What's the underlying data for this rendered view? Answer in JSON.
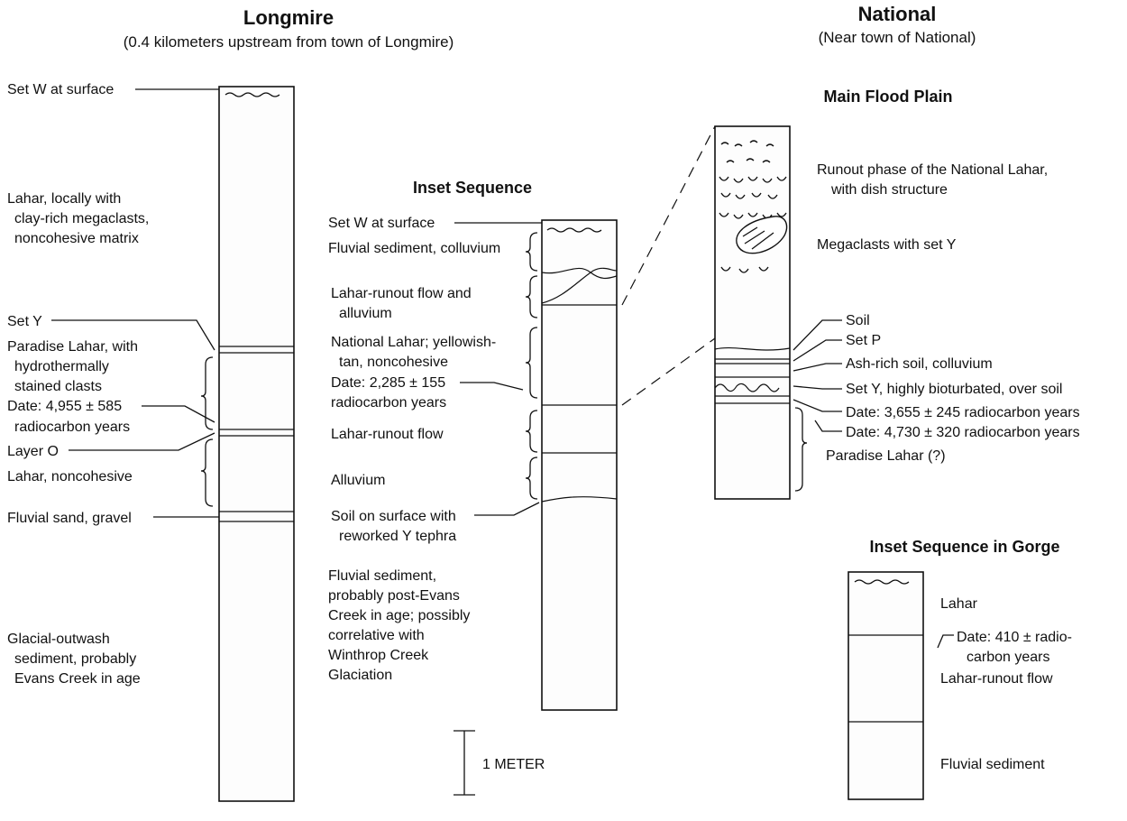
{
  "longmire": {
    "title": "Longmire",
    "subtitle": "(0.4 kilometers upstream from town of Longmire)",
    "labels": {
      "set_w": "Set W at surface",
      "lahar_1": "Lahar, locally with",
      "lahar_2": "clay-rich megaclasts,",
      "lahar_3": "noncohesive matrix",
      "set_y": "Set Y",
      "paradise_1": "Paradise Lahar, with",
      "paradise_2": "hydrothermally",
      "paradise_3": "stained clasts",
      "date_1": "Date: 4,955 ± 585",
      "date_2": "radiocarbon   years",
      "layer_o": "Layer O",
      "lahar_nc": "Lahar, noncohesive",
      "fluvial_sand": "Fluvial sand, gravel",
      "glacial_1": "Glacial-outwash",
      "glacial_2": "sediment, probably",
      "glacial_3": "Evans Creek in age"
    }
  },
  "inset": {
    "title": "Inset Sequence",
    "labels": {
      "set_w": "Set W at surface",
      "fluvial_col": "Fluvial sediment, colluvium",
      "runout_1": "Lahar-runout flow and",
      "runout_2": "alluvium",
      "national_1": "National Lahar; yellowish-",
      "national_2": "tan, noncohesive",
      "date_1": "Date: 2,285 ± 155",
      "date_2": "radiocarbon years",
      "runout_flow": "Lahar-runout flow",
      "alluvium": "Alluvium",
      "soil_1": "Soil on surface with",
      "soil_2": "reworked Y tephra",
      "fluvial_1": "Fluvial sediment,",
      "fluvial_2": "probably post-Evans",
      "fluvial_3": "Creek in age; possibly",
      "fluvial_4": "correlative with",
      "fluvial_5": "Winthrop Creek",
      "fluvial_6": "Glaciation"
    }
  },
  "scale": {
    "label": "1 METER"
  },
  "national": {
    "title": "National",
    "subtitle": "(Near town of National)"
  },
  "flood_plain": {
    "title": "Main Flood Plain",
    "labels": {
      "runout_1": "Runout phase of the National Lahar,",
      "runout_2": "with dish structure",
      "megaclasts": "Megaclasts with set Y",
      "soil": "Soil",
      "set_p": "Set P",
      "ash_soil": "Ash-rich soil, colluvium",
      "set_y": "Set Y, highly  bioturbated, over soil",
      "date_1": "Date: 3,655 ± 245 radiocarbon years",
      "date_2": "Date: 4,730 ± 320 radiocarbon years",
      "paradise": "Paradise Lahar (?)"
    }
  },
  "gorge": {
    "title": "Inset Sequence in Gorge",
    "labels": {
      "lahar": "Lahar",
      "date_1": "Date: 410 ± radio-",
      "date_2": "carbon years",
      "runout": "Lahar-runout flow",
      "fluvial": "Fluvial sediment"
    }
  }
}
